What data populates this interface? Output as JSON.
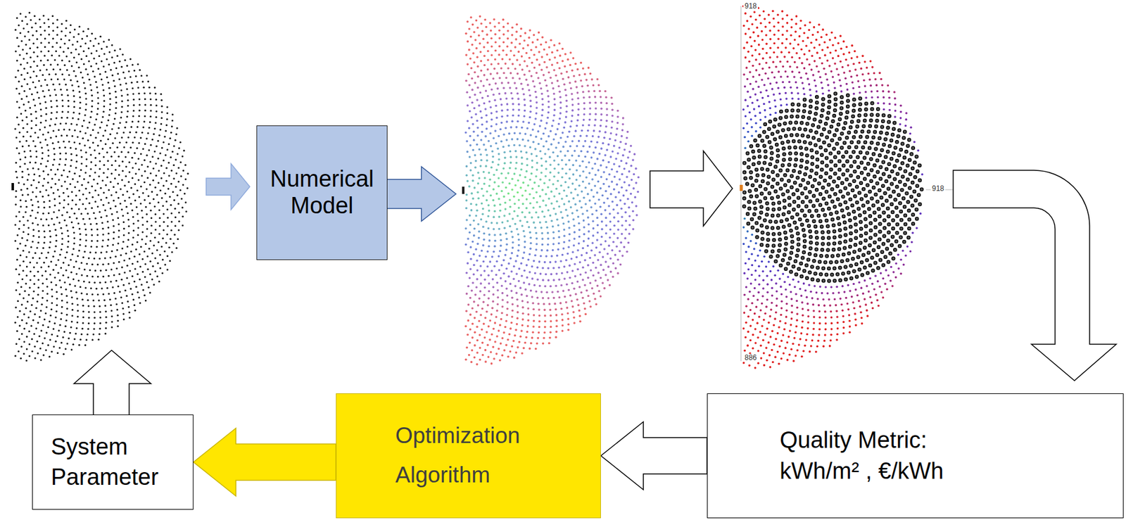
{
  "diagram": {
    "nodes": [
      {
        "text": [
          "Numerical Model"
        ]
      },
      {
        "text": [
          "Quality Metric:",
          "kWh/m² , €/kWh"
        ]
      },
      {
        "text": [
          "Optimization Algorithm"
        ]
      },
      {
        "text": [
          "System Parameter"
        ]
      }
    ],
    "edges": [
      {
        "from": 1,
        "to": 2,
        "arrow": "to"
      },
      {
        "from": 2,
        "to": 3,
        "arrow": "to"
      }
    ],
    "labels": [
      "918",
      "886",
      "918"
    ]
  }
}
